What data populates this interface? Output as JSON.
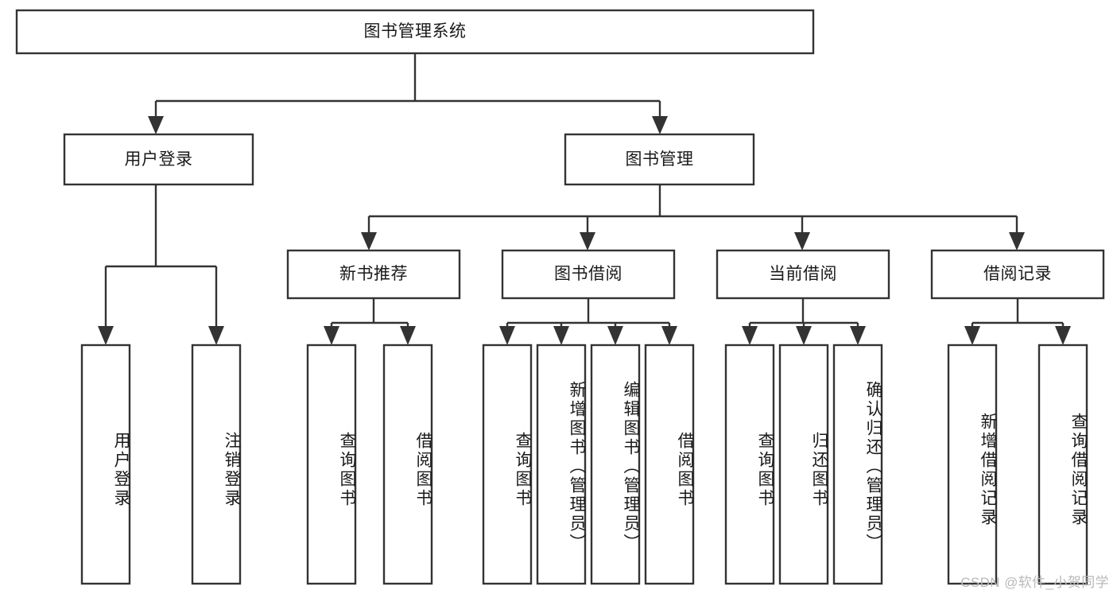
{
  "diagram": {
    "type": "tree",
    "title": "图书管理系统",
    "watermark": "CSDN @软件_小贺同学",
    "colors": {
      "stroke": "#333333",
      "fill": "#ffffff",
      "text": "#1a1a1a",
      "watermark": "#b9b9b9"
    },
    "levels": {
      "root": {
        "label": "图书管理系统",
        "orientation": "horizontal"
      },
      "level2": [
        {
          "label": "用户登录",
          "orientation": "horizontal"
        },
        {
          "label": "图书管理",
          "orientation": "horizontal"
        }
      ],
      "level3": [
        {
          "label": "新书推荐",
          "orientation": "horizontal"
        },
        {
          "label": "图书借阅",
          "orientation": "horizontal"
        },
        {
          "label": "当前借阅",
          "orientation": "horizontal"
        },
        {
          "label": "借阅记录",
          "orientation": "horizontal"
        }
      ],
      "leaves": [
        {
          "label": "用户登录",
          "orientation": "vertical",
          "parent": "用户登录"
        },
        {
          "label": "注销登录",
          "orientation": "vertical",
          "parent": "用户登录"
        },
        {
          "label": "查询图书",
          "orientation": "vertical",
          "parent": "新书推荐"
        },
        {
          "label": "借阅图书",
          "orientation": "vertical",
          "parent": "新书推荐"
        },
        {
          "label": "查询图书",
          "orientation": "vertical",
          "parent": "图书借阅"
        },
        {
          "label": "新增图书（管理员）",
          "orientation": "vertical",
          "parent": "图书借阅"
        },
        {
          "label": "编辑图书（管理员）",
          "orientation": "vertical",
          "parent": "图书借阅"
        },
        {
          "label": "借阅图书",
          "orientation": "vertical",
          "parent": "图书借阅"
        },
        {
          "label": "查询图书",
          "orientation": "vertical",
          "parent": "当前借阅"
        },
        {
          "label": "归还图书",
          "orientation": "vertical",
          "parent": "当前借阅"
        },
        {
          "label": "确认归还（管理员）",
          "orientation": "vertical",
          "parent": "当前借阅"
        },
        {
          "label": "新增借阅记录",
          "orientation": "vertical",
          "parent": "借阅记录"
        },
        {
          "label": "查询借阅记录",
          "orientation": "vertical",
          "parent": "借阅记录"
        }
      ]
    }
  }
}
